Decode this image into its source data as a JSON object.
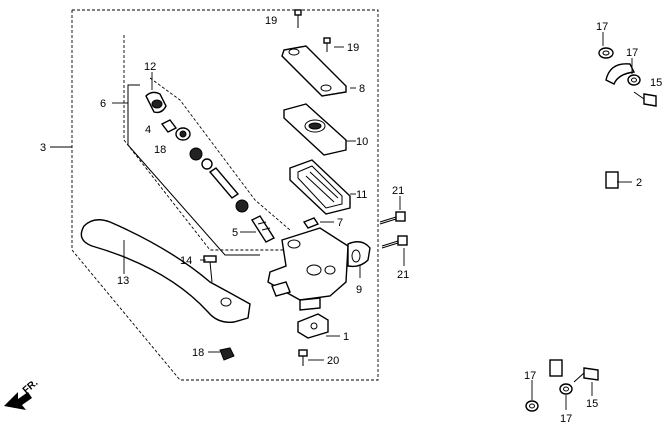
{
  "callouts": {
    "c1": "1",
    "c2": "2",
    "c3": "3",
    "c4": "4",
    "c5": "5",
    "c6": "6",
    "c7": "7",
    "c8": "8",
    "c9": "9",
    "c10": "10",
    "c11": "11",
    "c12": "12",
    "c13": "13",
    "c14": "14",
    "c15a": "15",
    "c15b": "15",
    "c17a": "17",
    "c17b": "17",
    "c17c": "17",
    "c17d": "17",
    "c18a": "18",
    "c18b": "18",
    "c19a": "19",
    "c19b": "19",
    "c20": "20",
    "c21a": "21",
    "c21b": "21"
  },
  "direction_label": "FR."
}
